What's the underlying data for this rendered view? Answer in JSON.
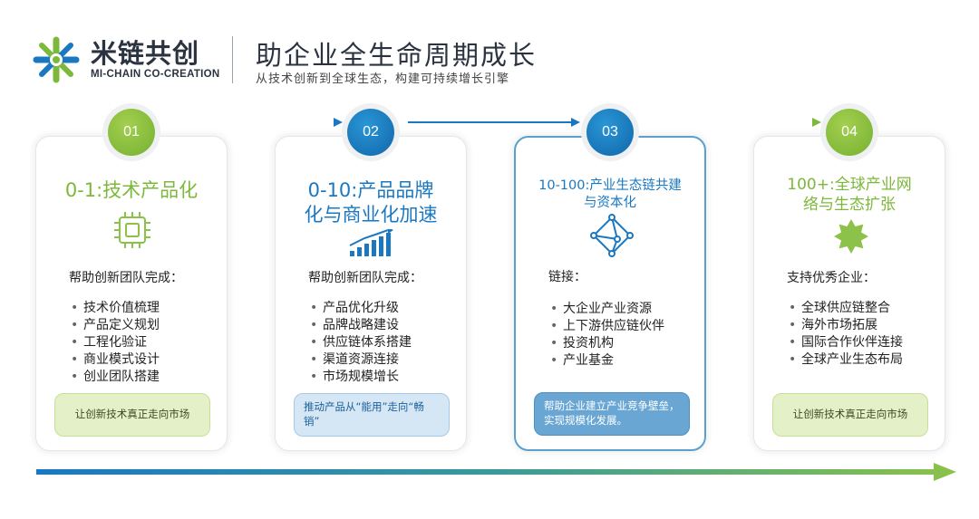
{
  "header": {
    "brand_cn": "米链共创",
    "brand_en": "MI-CHAIN CO-CREATION",
    "headline": "助企业全生命周期成长",
    "subline": "从技术创新到全球生态，构建可持续增长引擎"
  },
  "colors": {
    "green": "#7cb83a",
    "blue": "#1a78c2",
    "dark_blue": "#1066a9"
  },
  "stages": [
    {
      "number": "01",
      "title_lines": [
        "0-1:技术产品化"
      ],
      "icon": "chip-icon",
      "lead": "帮助创新团队完成：",
      "items": [
        "技术价值梳理",
        "产品定义规划",
        "工程化验证",
        "商业模式设计",
        "创业团队搭建"
      ],
      "note": "让创新技术真正走向市场"
    },
    {
      "number": "02",
      "title_lines": [
        "0-10:产品品牌",
        "化与商业化加速"
      ],
      "icon": "growth-bars-icon",
      "lead": "帮助创新团队完成：",
      "items": [
        "产品优化升级",
        "品牌战略建设",
        "供应链体系搭建",
        "渠道资源连接",
        "市场规模增长"
      ],
      "note": "推动产品从“能用”走向“畅销”"
    },
    {
      "number": "03",
      "title_lines": [
        "10-100:产业生态链共建",
        "与资本化"
      ],
      "icon": "network-icon",
      "lead": "链接：",
      "items": [
        "大企业产业资源",
        "上下游供应链伙伴",
        "投资机构",
        "产业基金"
      ],
      "note": "帮助企业建立产业竞争壁垒，实现规模化发展。"
    },
    {
      "number": "04",
      "title_lines": [
        "100+:全球产业网",
        "络与生态扩张"
      ],
      "icon": "burst-icon",
      "lead": "支持优秀企业：",
      "items": [
        "全球供应链整合",
        "海外市场拓展",
        "国际合作伙伴连接",
        "全球产业生态布局"
      ],
      "note": "让创新技术真正走向市场"
    }
  ]
}
